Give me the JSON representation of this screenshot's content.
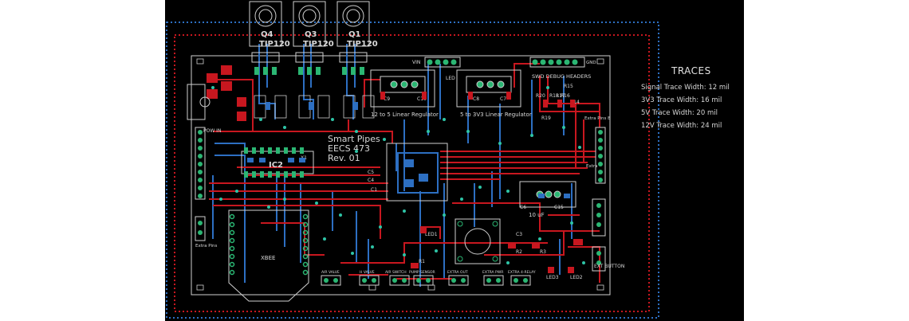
{
  "colors": {
    "background": "#000000",
    "top_copper": "#c8171f",
    "bottom_copper": "#2d6fc2",
    "silkscreen": "#d8d8d8",
    "board_outline": "#c8171f",
    "dimension_outline": "#2d6fc2",
    "via": "#2ec4a6",
    "pad": "#2bb673"
  },
  "board": {
    "title_lines": [
      "Smart Pipes",
      "EECS 473",
      "Rev. 01"
    ],
    "ic_label": "IC2",
    "xbee_label": "XBEE",
    "swd_label": "SWD DEBUG HEADERS",
    "vin_label": "VIN",
    "gnd_label": "GND",
    "led_label": "LED",
    "reg12_label": "12 to 5 Linear Regulator",
    "reg5_label": "5 to 3V3 Linear Regulator",
    "cap10_label": "10 uF",
    "extra_pins_left": "Extra Pins",
    "extra_pins_right_1": "Extra Pins B",
    "extra_pins_right_2": "Extra",
    "ext_button_label": "EXT BUTTON",
    "pow_in_label": "POW IN",
    "transistors": [
      {
        "ref": "Q4",
        "part": "TIP120"
      },
      {
        "ref": "Q3",
        "part": "TIP120"
      },
      {
        "ref": "Q1",
        "part": "TIP120"
      }
    ],
    "ref_designators": [
      "R20",
      "R19",
      "R18",
      "R17",
      "R16",
      "R15",
      "R14",
      "C9",
      "C10",
      "C8",
      "C7",
      "C5",
      "C4",
      "C1",
      "C3",
      "C6",
      "C15",
      "R1",
      "R2",
      "R3",
      "LED1",
      "LED2",
      "LED3",
      "X1"
    ],
    "connector_labels": [
      "AIR VALVE",
      "H VALVE",
      "AIR SWITCH",
      "PUMP SENSOR",
      "EXTRA OUT",
      "EXTRA PWR",
      "EXTRA 4-RELAY"
    ]
  },
  "traces": {
    "title": "TRACES",
    "lines": [
      "Signal Trace Width: 12 mil",
      "3V3 Trace Width: 16 mil",
      "5V Trace Width: 20 mil",
      "12V Trace Width: 24 mil"
    ]
  }
}
